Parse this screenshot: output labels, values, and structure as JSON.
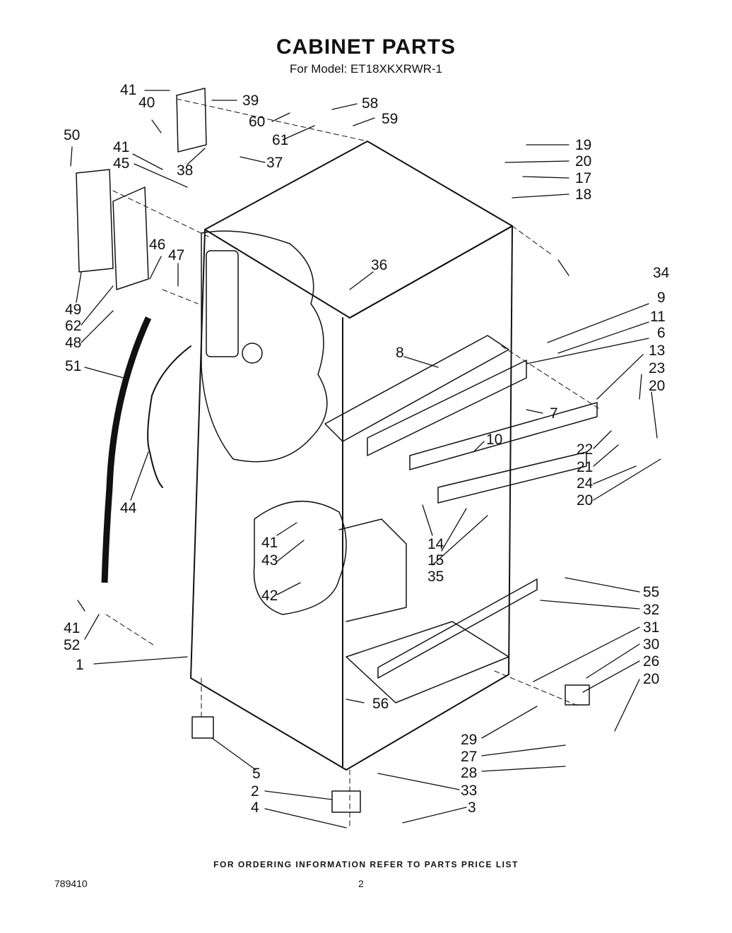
{
  "header": {
    "title": "CABINET PARTS",
    "subtitle": "For Model: ET18XKXRWR-1"
  },
  "footer": {
    "ordering_note": "FOR ORDERING INFORMATION REFER TO PARTS PRICE LIST",
    "document_number": "789410",
    "page_number": "2"
  },
  "callouts": [
    "41",
    "40",
    "39",
    "58",
    "60",
    "59",
    "61",
    "50",
    "41",
    "45",
    "38",
    "37",
    "19",
    "20",
    "17",
    "18",
    "34",
    "36",
    "46",
    "47",
    "49",
    "62",
    "48",
    "9",
    "11",
    "6",
    "8",
    "13",
    "23",
    "20",
    "7",
    "10",
    "51",
    "44",
    "22",
    "21",
    "24",
    "20",
    "14",
    "15",
    "35",
    "41",
    "43",
    "42",
    "55",
    "32",
    "41",
    "52",
    "31",
    "30",
    "26",
    "20",
    "1",
    "56",
    "29",
    "27",
    "28",
    "5",
    "2",
    "33",
    "4",
    "3"
  ]
}
